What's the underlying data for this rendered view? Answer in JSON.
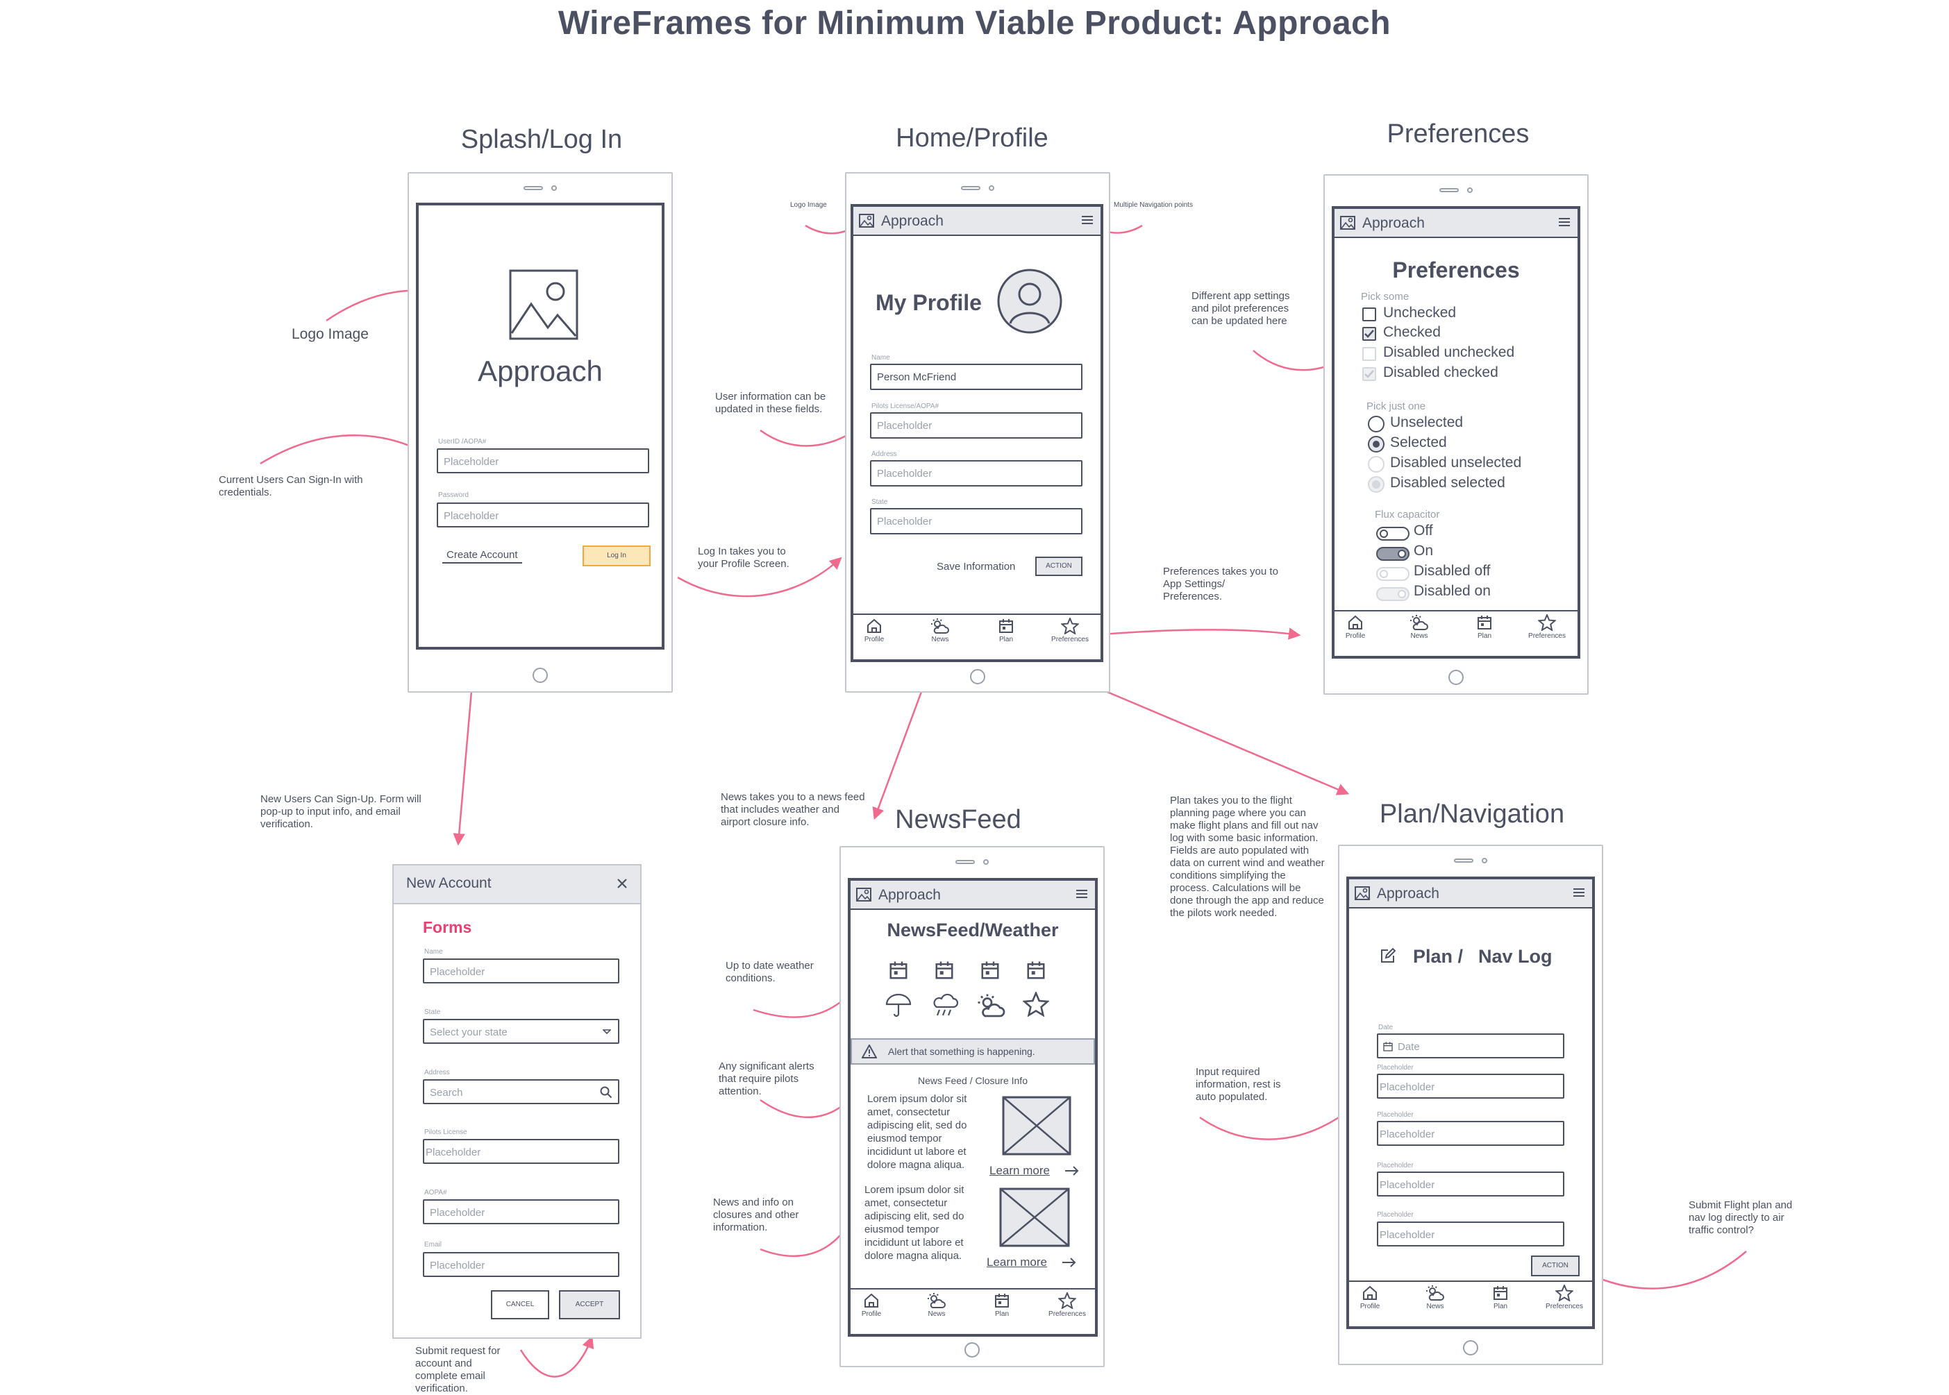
{
  "page_title": "WireFrames for Minimum Viable Product: Approach",
  "app_name": "Approach",
  "sections": {
    "splash": "Splash/Log In",
    "home": "Home/Profile",
    "prefs": "Preferences",
    "news": "NewsFeed",
    "plan": "Plan/Navigation"
  },
  "notes": {
    "logo_image": "Logo Image",
    "current_users": "Current Users Can Sign-In with credentials.",
    "new_users": "New Users Can Sign-Up. Form will pop-up to input info, and email verification.",
    "submit_request": "Submit request for account and complete email verification.",
    "logo_image_small": "Logo Image",
    "multi_nav": "Multiple Navigation points",
    "user_info": "User information can be updated in these fields.",
    "login_takes": "Log In takes you to your Profile Screen.",
    "prefs_takes": "Preferences takes you to App Settings/ Preferences.",
    "different_app": "Different app settings and pilot preferences can be updated here",
    "news_takes": "News takes you to a news feed that includes weather and airport closure info.",
    "plan_takes": "Plan takes you to the flight planning page where you can make flight plans and fill out nav log with some basic information. Fields are auto populated with data on current wind and weather conditions simplifying the process. Calculations will be done through the app and reduce the pilots work needed.",
    "up_to_date": "Up to date weather conditions.",
    "alerts": "Any significant alerts that require pilots attention.",
    "news_info": "News and info on closures and other information.",
    "input_required": "Input required information, rest is auto populated.",
    "submit_flight": "Submit Flight plan and nav log directly to air traffic control?"
  },
  "splash": {
    "userid_label": "UserID /AOPA#",
    "userid_placeholder": "Placeholder",
    "password_label": "Password",
    "password_placeholder": "Placeholder",
    "create_account": "Create Account",
    "login_button": "Log In"
  },
  "profile": {
    "heading": "My Profile",
    "name_label": "Name",
    "name_value": "Person McFriend",
    "license_label": "Pilots License/AOPA#",
    "license_placeholder": "Placeholder",
    "address_label": "Address",
    "address_placeholder": "Placeholder",
    "state_label": "State",
    "state_placeholder": "Placeholder",
    "save_label": "Save Information",
    "action_button": "ACTION"
  },
  "tabs": {
    "profile": "Profile",
    "news": "News",
    "plan": "Plan",
    "preferences": "Preferences"
  },
  "prefs": {
    "heading": "Preferences",
    "pick_some": "Pick some",
    "unchecked": "Unchecked",
    "checked": "Checked",
    "disabled_unchecked": "Disabled unchecked",
    "disabled_checked": "Disabled checked",
    "pick_one": "Pick just one",
    "unselected": "Unselected",
    "selected": "Selected",
    "disabled_unselected": "Disabled unselected",
    "disabled_selected": "Disabled selected",
    "flux": "Flux capacitor",
    "off": "Off",
    "on": "On",
    "disabled_off": "Disabled off",
    "disabled_on": "Disabled on"
  },
  "account": {
    "title": "New Account",
    "forms": "Forms",
    "name_label": "Name",
    "name_placeholder": "Placeholder",
    "state_label": "State",
    "state_placeholder": "Select your state",
    "address_label": "Address",
    "address_placeholder": "Search",
    "license_label": "Pilots License",
    "license_placeholder": "Placeholder",
    "aopa_label": "AOPA#",
    "aopa_placeholder": "Placeholder",
    "email_label": "Email",
    "email_placeholder": "Placeholder",
    "cancel": "CANCEL",
    "accept": "ACCEPT"
  },
  "newsfeed": {
    "heading": "NewsFeed/Weather",
    "alert": "Alert that something is happening.",
    "subheading": "News Feed / Closure Info",
    "lorem": "Lorem ipsum dolor sit amet, consectetur adipiscing elit, sed do eiusmod tempor incididunt ut labore et dolore magna aliqua.",
    "learn_more": "Learn more"
  },
  "plan": {
    "heading_a": "Plan /",
    "heading_b": "Nav Log",
    "date_label": "Date",
    "date_placeholder": "Date",
    "f1_label": "Placeholder",
    "f1_placeholder": "Placeholder",
    "f2_label": "Placeholder",
    "f2_placeholder": "Placeholder",
    "f3_label": "Placeholder",
    "f3_placeholder": "Placeholder",
    "f4_label": "Placeholder",
    "f4_placeholder": "Placeholder",
    "action_button": "ACTION"
  },
  "colors": {
    "ink": "#4b5163",
    "accent_pink": "#ef3f72",
    "arrow_pink": "#f06a8e",
    "login_fill": "#fde7b8",
    "login_border": "#f4a93a"
  }
}
